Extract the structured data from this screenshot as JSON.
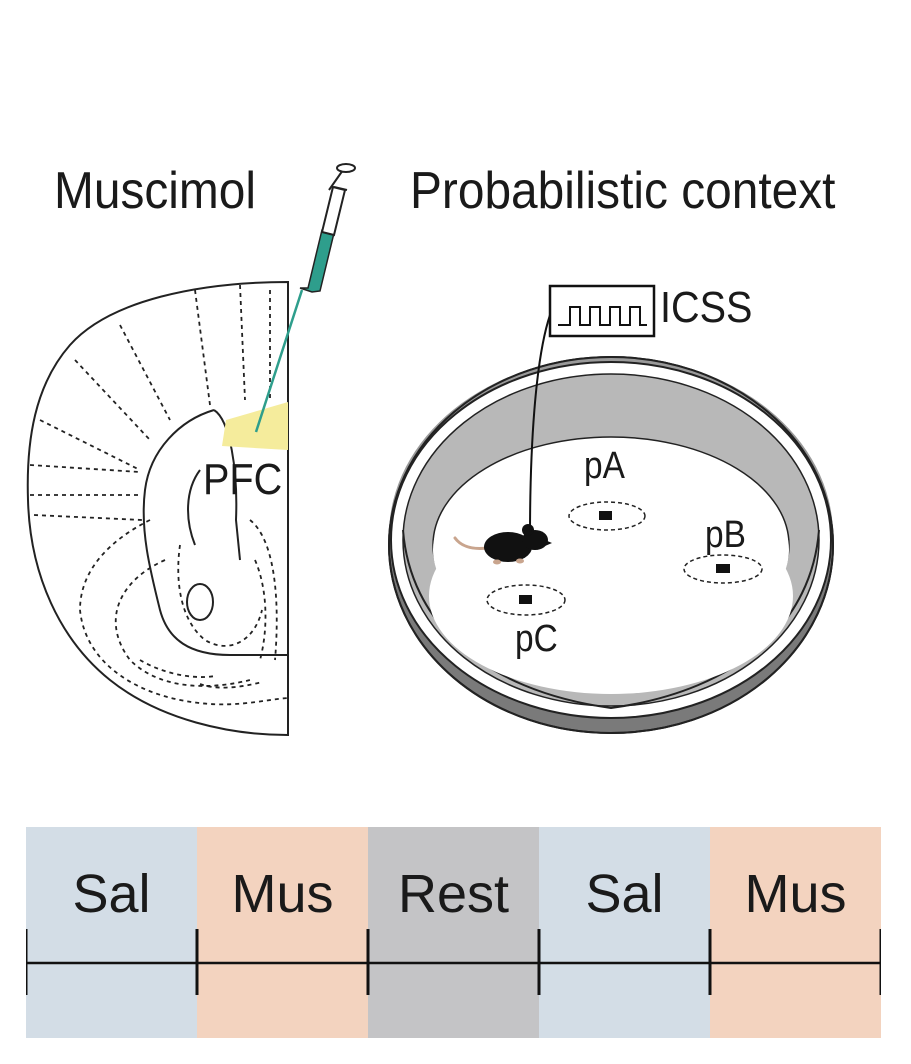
{
  "labels": {
    "drug": "Muscimol",
    "context": "Probabilistic context",
    "region": "PFC",
    "stimulation": "ICSS",
    "zone_a": "pA",
    "zone_b": "pB",
    "zone_c": "pC"
  },
  "timeline": {
    "segments": [
      {
        "label": "Sal",
        "color": "#d3dde6"
      },
      {
        "label": "Mus",
        "color": "#f3d3bf"
      },
      {
        "label": "Rest",
        "color": "#c4c4c6"
      },
      {
        "label": "Sal",
        "color": "#d3dde6"
      },
      {
        "label": "Mus",
        "color": "#f3d3bf"
      }
    ]
  },
  "colors": {
    "injection_site": "#f5ec9c",
    "syringe_fluid": "#2e9e8c",
    "arena_wall": "#b8b8b8",
    "arena_floor": "#ffffff",
    "mouse": "#111111"
  },
  "icons": {
    "syringe": "syringe-icon",
    "mouse": "mouse-icon",
    "stimulator": "pulse-train-icon"
  }
}
